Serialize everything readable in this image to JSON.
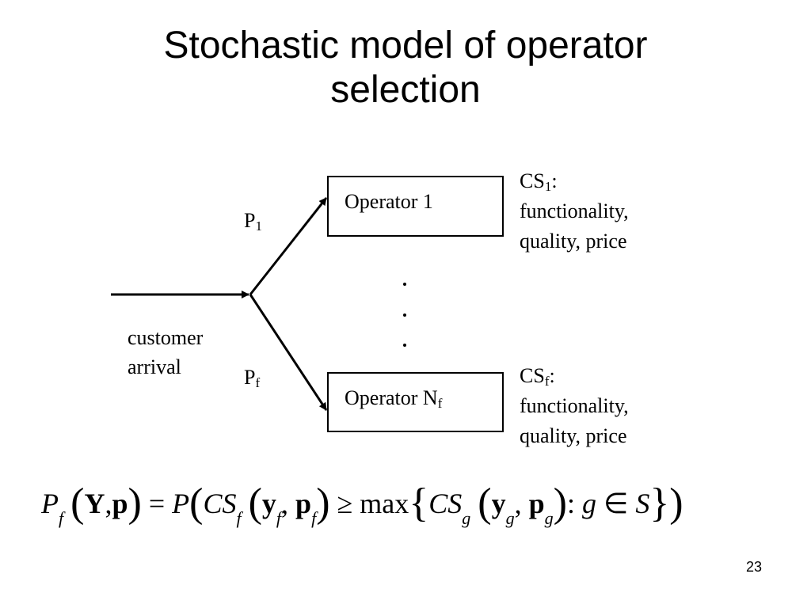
{
  "slide": {
    "title_line1": "Stochastic model of operator",
    "title_line2": "selection",
    "page_number": "23"
  },
  "diagram": {
    "input_label_line1": "customer",
    "input_label_line2": "arrival",
    "branch_top": {
      "prob_base": "P",
      "prob_sub": "1"
    },
    "branch_bottom": {
      "prob_base": "P",
      "prob_sub": "f"
    },
    "operator_top": {
      "label": "Operator 1"
    },
    "operator_bottom": {
      "label_base": "Operator N",
      "label_sub": "f"
    },
    "cs_top": {
      "base": "CS",
      "sub": "1",
      "suffix": ":",
      "line2": "functionality,",
      "line3": "quality, price"
    },
    "cs_bottom": {
      "base": "CS",
      "sub": "f",
      "suffix": ":",
      "line2": "functionality,",
      "line3": "quality, price"
    },
    "ellipsis": "..."
  },
  "formula": {
    "lhs": "P",
    "lhs_sub": "f",
    "Y": "Y",
    "p": "p",
    "eq": "=",
    "P": "P",
    "CS": "CS",
    "f": "f",
    "y": "y",
    "g": "g",
    "geq": "≥",
    "max": "max",
    "colon": ":",
    "in": "∈",
    "S": "S",
    "comma": ","
  }
}
